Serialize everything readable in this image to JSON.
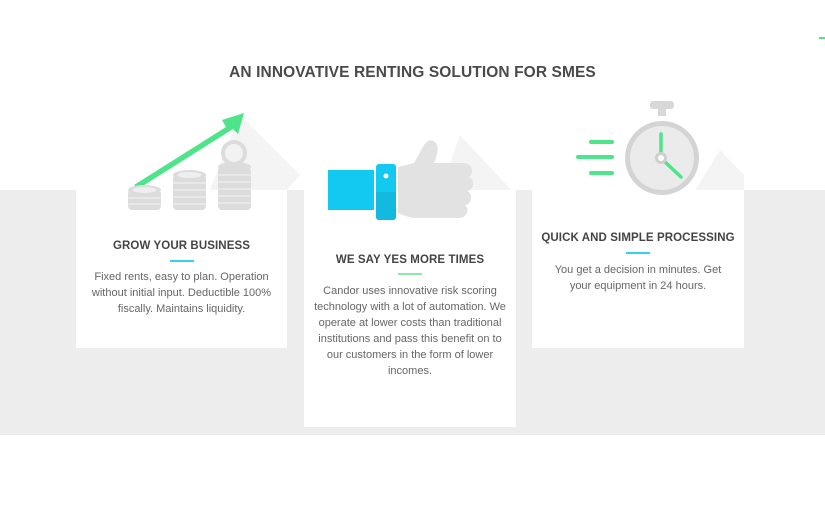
{
  "section": {
    "title": "AN INNOVATIVE RENTING SOLUTION FOR SMES"
  },
  "colors": {
    "green": "#4ee48a",
    "cyan": "#12c9f2",
    "band_gray": "#ededed",
    "icon_gray": "#dcdcdc"
  },
  "cards": [
    {
      "icon": "growth-coins-icon",
      "title": "GROW YOUR BUSINESS",
      "accent": "#33d0f2",
      "text": "Fixed rents, easy to plan. Operation without initial input. Deductible 100% fiscally. Maintains liquidity."
    },
    {
      "icon": "thumbs-up-icon",
      "title": "WE SAY YES MORE TIMES",
      "accent": "#8de8a8",
      "text": "Candor uses innovative risk scoring technology with a lot of automation. We operate at lower costs than traditional institutions and pass this benefit on to our customers in the form of lower incomes."
    },
    {
      "icon": "stopwatch-icon",
      "title": "QUICK AND SIMPLE PROCESSING",
      "accent": "#33d0f2",
      "text": "You get a decision in minutes. Get your equipment in 24 hours."
    }
  ]
}
